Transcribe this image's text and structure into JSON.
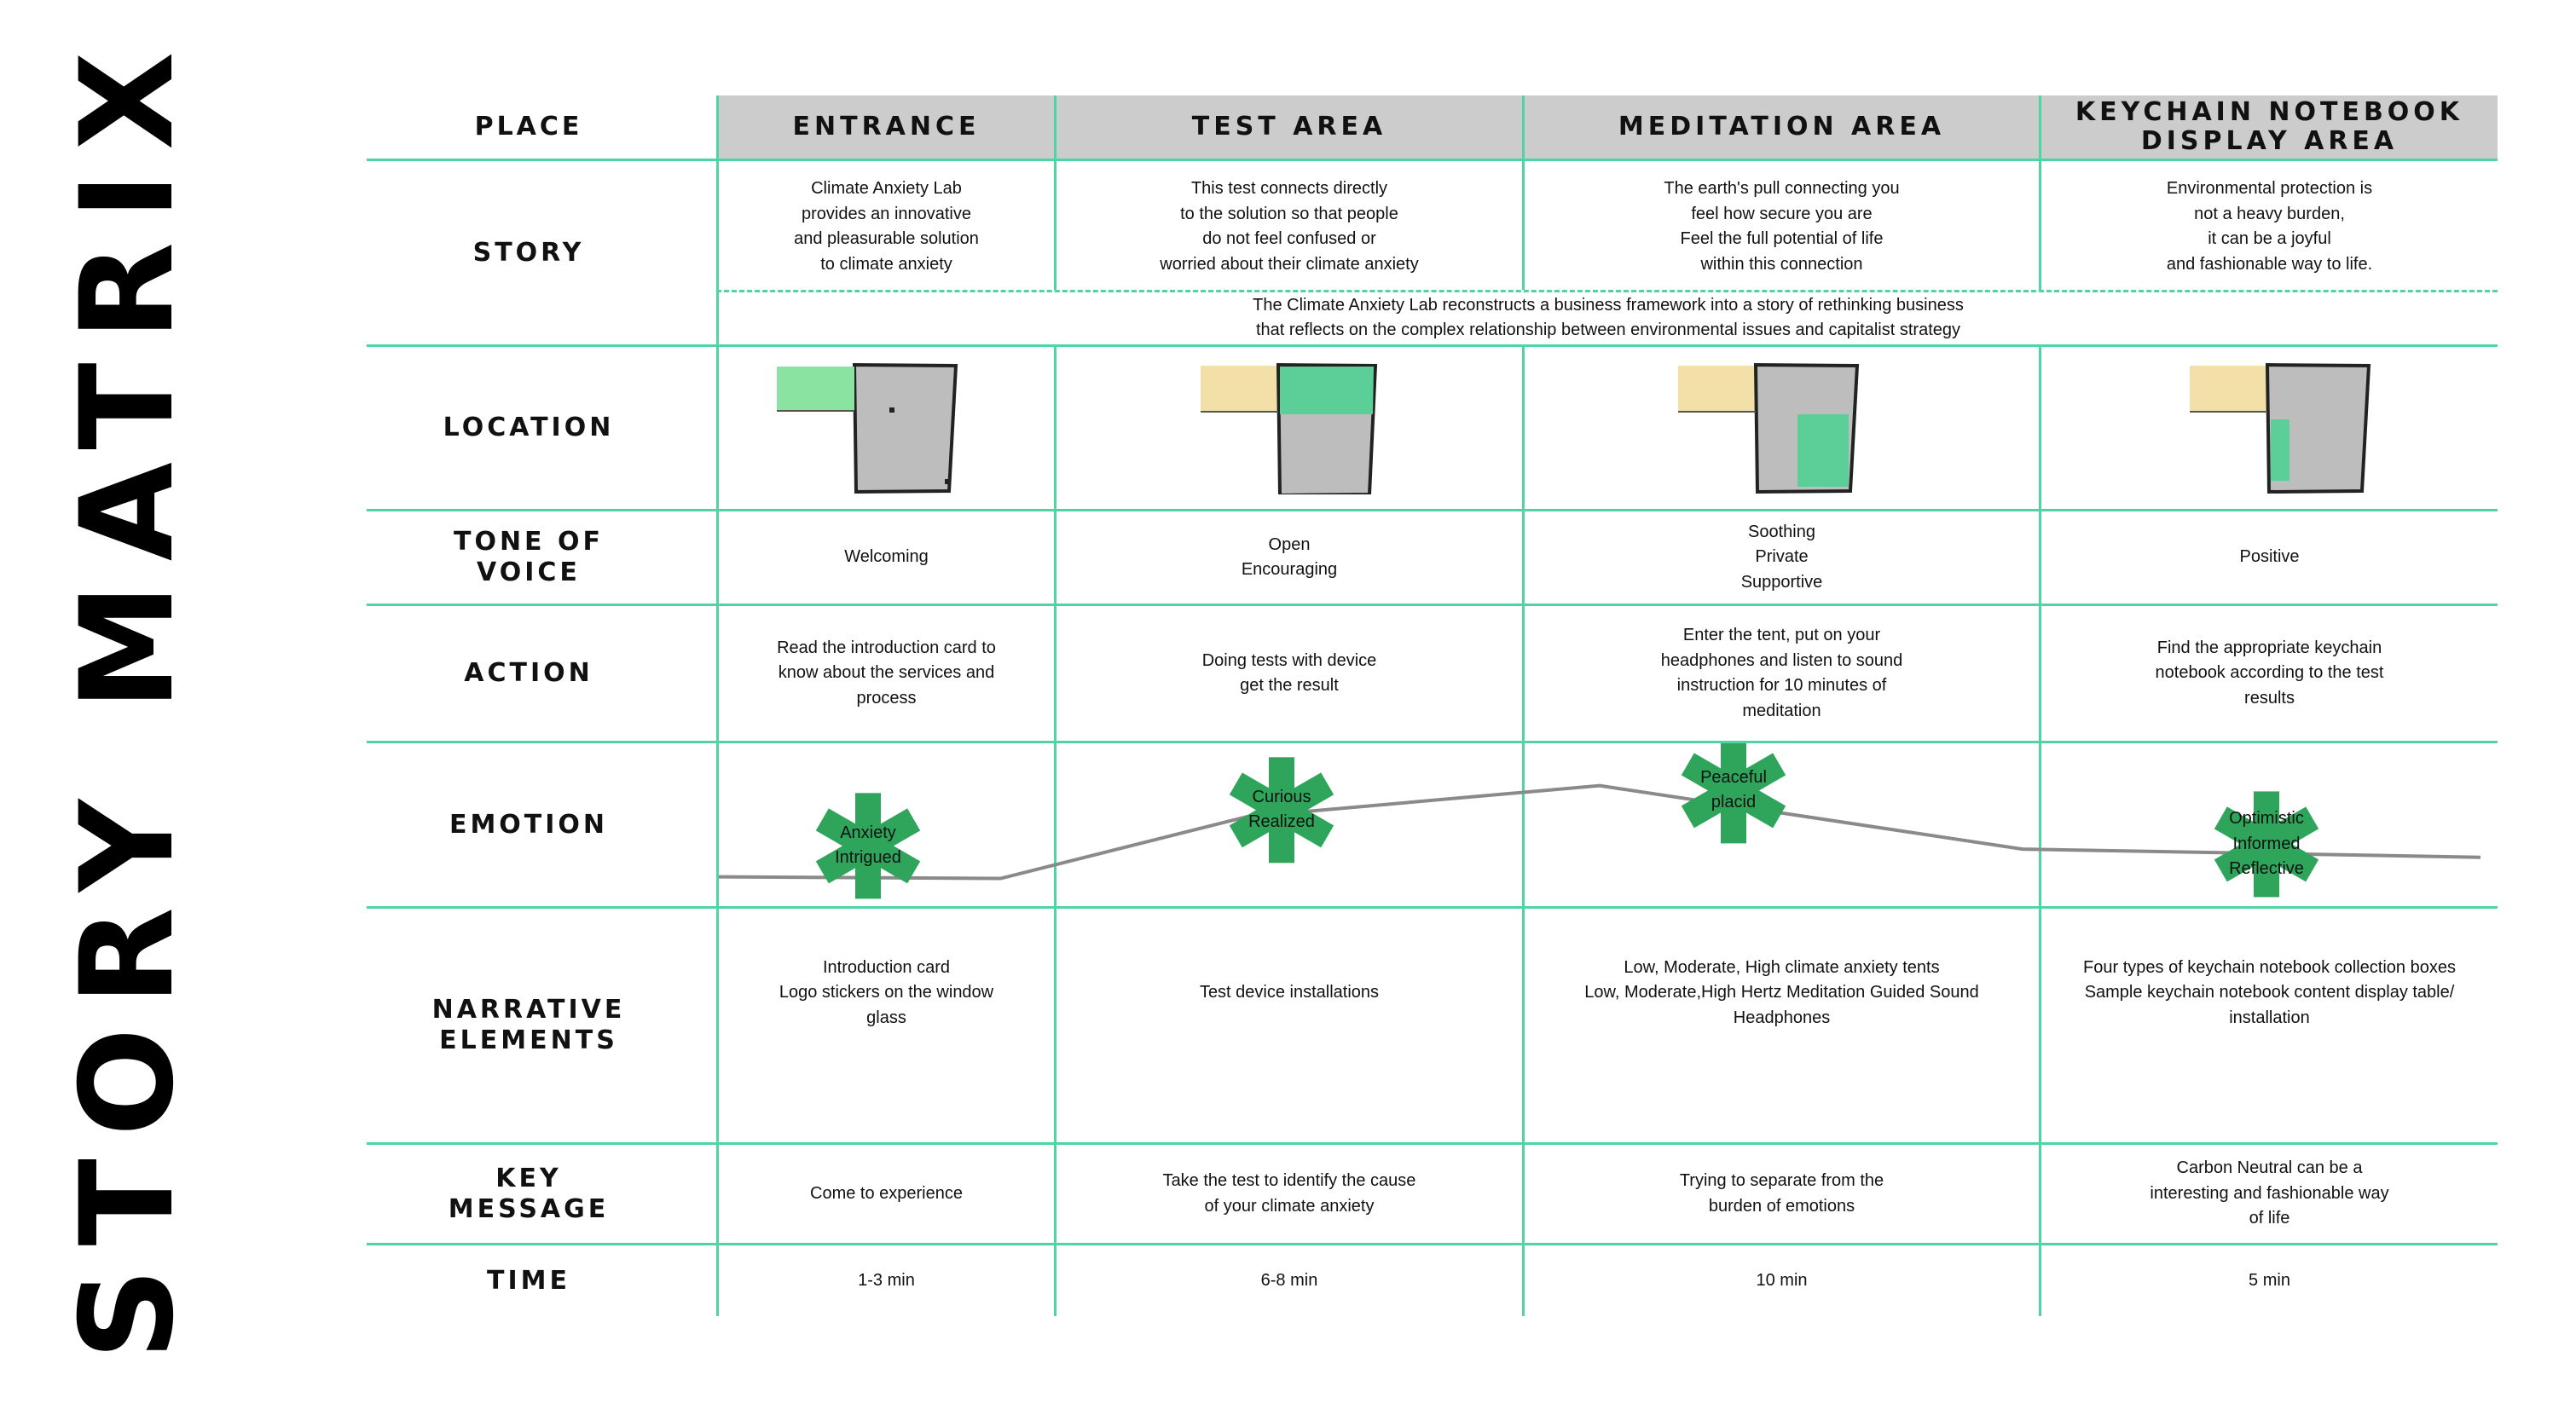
{
  "title": "STORY MATRIX",
  "row_labels": {
    "place": "PLACE",
    "story": "STORY",
    "location": "LOCATION",
    "tone": "TONE OF\nVOICE",
    "action": "ACTION",
    "emotion": "EMOTION",
    "narrative": "NARRATIVE\nELEMENTS",
    "key": "KEY\nMESSAGE",
    "time": "TIME"
  },
  "columns": [
    {
      "header": "ENTRANCE",
      "story": "Climate Anxiety Lab\nprovides an innovative\nand pleasurable solution\nto climate anxiety",
      "tone": "Welcoming",
      "action": "Read the introduction card to\nknow about the services and\nprocess",
      "emotion": "Anxiety\nIntrigued",
      "narrative": "Introduction card\nLogo stickers on the window\nglass",
      "key": "Come to experience",
      "time": "1-3 min"
    },
    {
      "header": "TEST AREA",
      "story": "This test connects directly\nto the solution so that people\ndo not feel confused or\nworried about their climate anxiety",
      "tone": "Open\nEncouraging",
      "action": "Doing tests with device\nget the result",
      "emotion": "Curious\nRealized",
      "narrative": "Test device installations",
      "key": "Take the test to identify the cause\nof your climate anxiety",
      "time": "6-8 min"
    },
    {
      "header": "MEDITATION AREA",
      "story": "The earth's pull connecting you\nfeel how secure you are\nFeel the full potential of life\nwithin this connection",
      "tone": "Soothing\nPrivate\nSupportive",
      "action": "Enter the tent, put on your\nheadphones and listen to sound\ninstruction for 10 minutes of\nmeditation",
      "emotion": "Peaceful\nplacid",
      "narrative": "Low, Moderate, High climate anxiety tents\nLow, Moderate,High Hertz Meditation Guided Sound\nHeadphones",
      "key": "Trying to separate from the\nburden of emotions",
      "time": "10 min"
    },
    {
      "header": "KEYCHAIN NOTEBOOK\nDISPLAY AREA",
      "story": "Environmental protection is\nnot a heavy burden,\nit can be a joyful\nand fashionable way to life.",
      "tone": "Positive",
      "action": "Find the appropriate keychain\nnotebook according to the test\nresults",
      "emotion": "Optimistic\nInformed\nReflective",
      "narrative": "Four types of keychain notebook collection boxes\nSample keychain notebook content display table/\ninstallation",
      "key": "Carbon Neutral can be a\ninteresting and fashionable way\nof life",
      "time": "5 min"
    }
  ],
  "story_summary": "The Climate Anxiety Lab reconstructs a business framework into a story of rethinking business\nthat reflects on the complex relationship between environmental issues and capitalist strategy",
  "colors": {
    "grid": "#4fd4a4",
    "header_bg": "#cccccc",
    "star": "#2ea55a",
    "plan_room": "#bdbdbd",
    "plan_highlight": "#5ccf98",
    "plan_small": "#f3dfa8",
    "curve": "#8a8a8a"
  },
  "emotion_curve": [
    {
      "x": 0.0,
      "level": 0.18
    },
    {
      "x": 0.16,
      "level": 0.17
    },
    {
      "x": 0.3,
      "level": 0.55
    },
    {
      "x": 0.5,
      "level": 0.74
    },
    {
      "x": 0.74,
      "level": 0.35
    },
    {
      "x": 1.0,
      "level": 0.3
    }
  ],
  "emotion_levels": [
    0.37,
    0.59,
    0.71,
    0.38
  ]
}
